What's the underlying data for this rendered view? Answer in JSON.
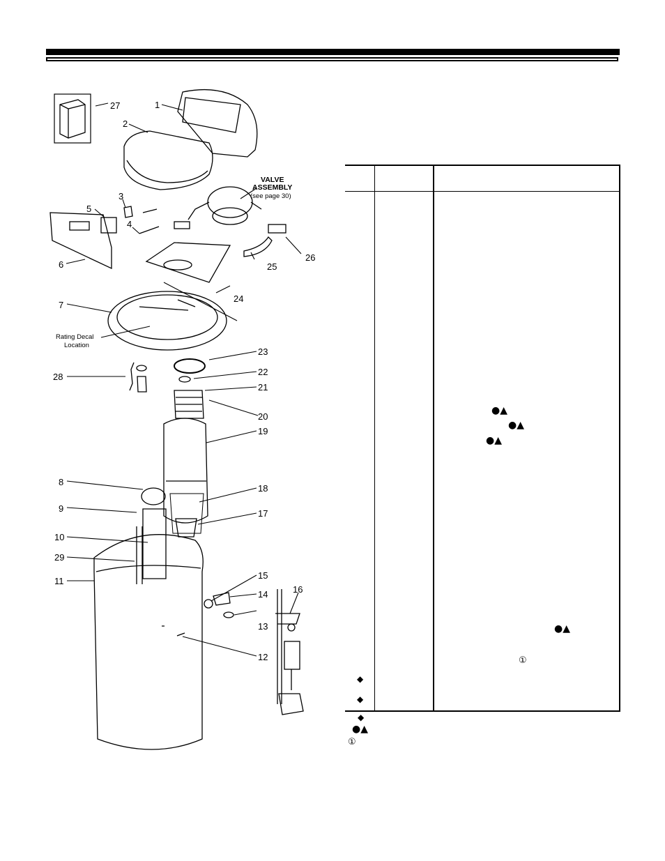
{
  "symbols": {
    "dot_triangle": "●▲",
    "diamond": "◆",
    "circled_one": "①"
  },
  "diagram": {
    "callouts": [
      "1",
      "2",
      "3",
      "4",
      "5",
      "6",
      "7",
      "8",
      "9",
      "10",
      "11",
      "12",
      "13",
      "14",
      "15",
      "16",
      "17",
      "18",
      "19",
      "20",
      "21",
      "22",
      "23",
      "24",
      "25",
      "26",
      "27",
      "28",
      "29"
    ],
    "valve_assembly_line1": "VALVE",
    "valve_assembly_line2": "ASSEMBLY",
    "valve_assembly_line3": "(see page 30)",
    "rating_decal_line1": "Rating Decal",
    "rating_decal_line2": "Location"
  }
}
